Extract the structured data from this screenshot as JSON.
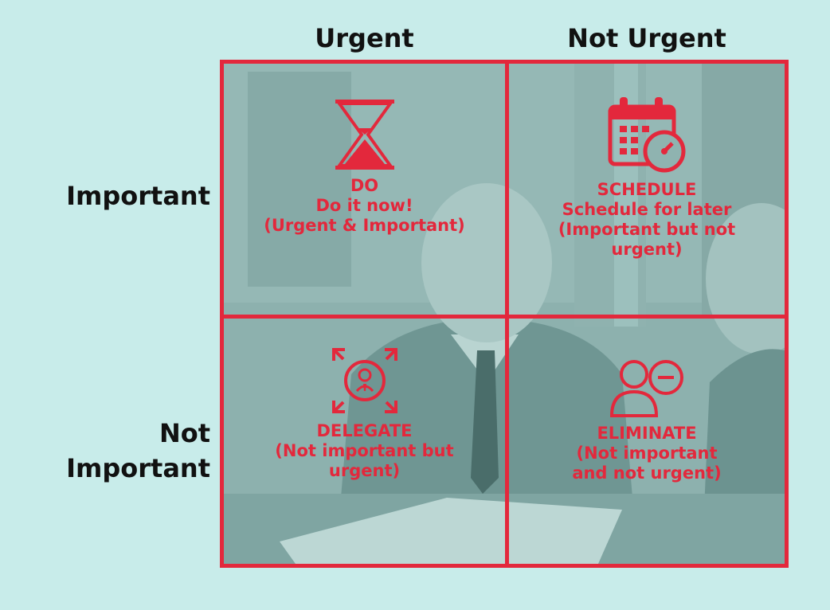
{
  "columns": {
    "urgent": "Urgent",
    "not_urgent": "Not Urgent"
  },
  "rows": {
    "important": "Important",
    "not_important": "Not Important"
  },
  "colors": {
    "accent": "#e3283c",
    "background": "#c8ecea",
    "photo_tint": "#8fb3b0"
  },
  "quadrants": {
    "do": {
      "icon": "hourglass-icon",
      "label": "DO",
      "desc": "Do it now!\n(Urgent & Important)"
    },
    "schedule": {
      "icon": "calendar-clock-icon",
      "label": "SCHEDULE",
      "desc": "Schedule for later\n(Important but not\nurgent)"
    },
    "delegate": {
      "icon": "delegate-person-icon",
      "label": "DELEGATE",
      "desc": "(Not important but\nurgent)"
    },
    "eliminate": {
      "icon": "remove-user-icon",
      "label": "ELIMINATE",
      "desc": "(Not important\nand not urgent)"
    }
  }
}
